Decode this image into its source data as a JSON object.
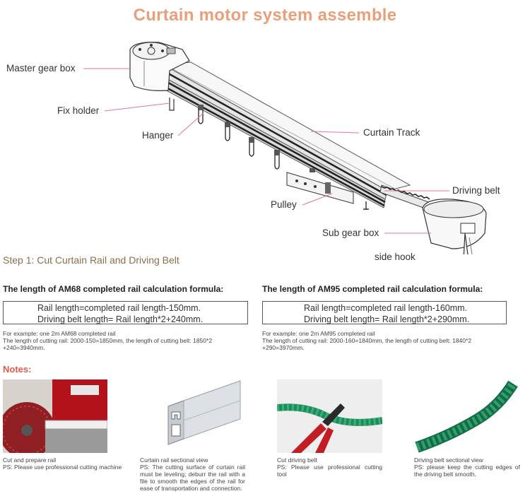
{
  "title": "Curtain motor system assemble",
  "labels": {
    "master_gear_box": "Master gear box",
    "fix_holder": "Fix holder",
    "hanger": "Hanger",
    "curtain_track": "Curtain Track",
    "driving_belt": "Driving belt",
    "pulley": "Pulley",
    "sub_gear_box": "Sub gear box",
    "side_hook": "side hook"
  },
  "step1": "Step 1: Cut Curtain Rail and Driving Belt",
  "am68": {
    "heading": "The length of AM68 completed rail calculation formula:",
    "formula_line1": "Rail length=completed rail length-150mm.",
    "formula_line2": "Driving belt length= Rail length*2+240mm.",
    "example_line1": "For example: one 2m AM68 completed rail",
    "example_line2": "The length of cutting rail: 2000-150=1850mm, the length of cutting belt: 1850*2",
    "example_line3": "+240=3940mm."
  },
  "am95": {
    "heading": "The length of AM95 completed rail calculation formula:",
    "formula_line1": "Rail length=completed rail length-160mm.",
    "formula_line2": "Driving belt length= Rail length*2+290mm.",
    "example_line1": "For example: one 2m AM95 completed rail",
    "example_line2": "The length of cutting rail: 2000-160=1840mm, the length of cutting belt: 1840*2",
    "example_line3": "+290=3970mm."
  },
  "notes": {
    "heading": "Notes:",
    "items": [
      {
        "line1": "Cut and prepare rail",
        "line2": "PS: Please use professional cutting machine"
      },
      {
        "line1": "Curtain rail sectional view",
        "line2": "PS: The cutting surface of curtain rail must be leveling; deburr the rail with a file to smooth the edges of the rail for ease of transportation and connection."
      },
      {
        "line1": "Cut driving belt",
        "line2": "PS: Please use professional cutting tool"
      },
      {
        "line1": "Driving belt sectional view",
        "line2": "PS: please keep the cutting edges of the driving belt smooth."
      }
    ]
  },
  "colors": {
    "title": "#e8a07a",
    "leader_lines": "#e07a8a",
    "notes_heading": "#e05a4a",
    "step_heading": "#8a6e4b",
    "belt_green": "#1f8a5a"
  }
}
